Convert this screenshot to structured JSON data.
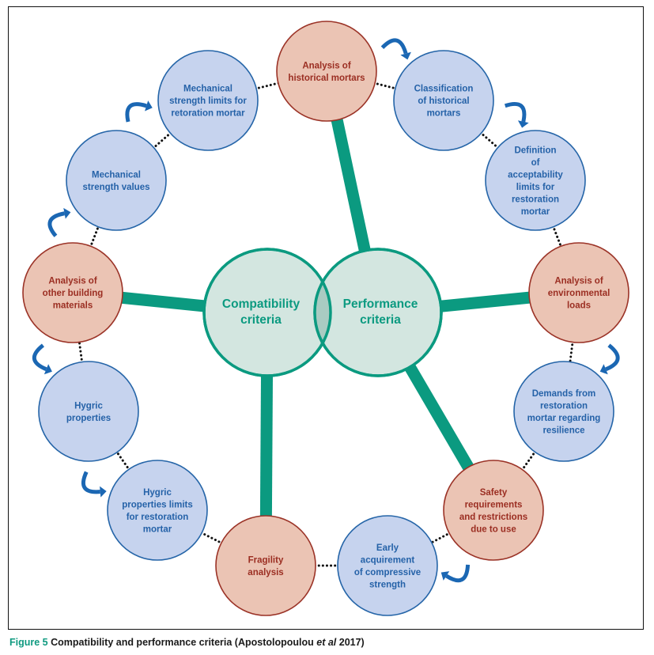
{
  "colors": {
    "teal": "#0b9a80",
    "teal_fill": "#d3e6e0",
    "teal_overlap": "#a9cbc2",
    "red_stroke": "#9b3327",
    "red_fill": "#ebc4b4",
    "red_text": "#9b2e22",
    "blue_stroke": "#2565a8",
    "blue_fill": "#c6d3ee",
    "blue_text": "#2562a8",
    "arrow": "#1b67b3",
    "dots": "#111111"
  },
  "center": {
    "left": {
      "lines": [
        "Compatibility",
        "criteria"
      ]
    },
    "right": {
      "lines": [
        "Performance",
        "criteria"
      ]
    }
  },
  "nodes": [
    {
      "id": "historical",
      "type": "analysis",
      "lines": [
        "Analysis of",
        "historical mortars"
      ]
    },
    {
      "id": "classification",
      "type": "detail",
      "lines": [
        "Classification",
        "of historical",
        "mortars"
      ]
    },
    {
      "id": "acceptability",
      "type": "detail",
      "lines": [
        "Definition",
        "of",
        "acceptability",
        "limits for",
        "restoration",
        "mortar"
      ]
    },
    {
      "id": "environmental",
      "type": "analysis",
      "lines": [
        "Analysis of",
        "environmental",
        "loads"
      ]
    },
    {
      "id": "demands",
      "type": "detail",
      "lines": [
        "Demands from",
        "restoration",
        "mortar regarding",
        "resilience"
      ]
    },
    {
      "id": "safety",
      "type": "analysis",
      "lines": [
        "Safety",
        "requirements",
        "and restrictions",
        "due to use"
      ]
    },
    {
      "id": "early",
      "type": "detail",
      "lines": [
        "Early",
        "acquirement",
        "of compressive",
        "strength"
      ]
    },
    {
      "id": "fragility",
      "type": "analysis",
      "lines": [
        "Fragility",
        "analysis"
      ]
    },
    {
      "id": "hygric-limits",
      "type": "detail",
      "lines": [
        "Hygric",
        "properties limits",
        "for restoration",
        "mortar"
      ]
    },
    {
      "id": "hygric",
      "type": "detail",
      "lines": [
        "Hygric",
        "properties"
      ]
    },
    {
      "id": "building",
      "type": "analysis",
      "lines": [
        "Analysis of",
        "other building",
        "materials"
      ]
    },
    {
      "id": "mech-values",
      "type": "detail",
      "lines": [
        "Mechanical",
        "strength values"
      ]
    },
    {
      "id": "mech-limits",
      "type": "detail",
      "lines": [
        "Mechanical",
        "strength limits for",
        "retoration mortar"
      ]
    }
  ],
  "spokes": [
    {
      "from": "right",
      "to": "historical"
    },
    {
      "from": "right",
      "to": "environmental"
    },
    {
      "from": "right",
      "to": "safety"
    },
    {
      "from": "left",
      "to": "fragility"
    },
    {
      "from": "left",
      "to": "building"
    }
  ],
  "arrows": [
    {
      "between": [
        "historical",
        "classification"
      ]
    },
    {
      "between": [
        "classification",
        "acceptability"
      ]
    },
    {
      "between": [
        "environmental",
        "demands"
      ]
    },
    {
      "between": [
        "safety",
        "early"
      ]
    },
    {
      "between": [
        "building",
        "hygric"
      ]
    },
    {
      "between": [
        "hygric",
        "hygric-limits"
      ]
    },
    {
      "between": [
        "building",
        "mech-values"
      ]
    },
    {
      "between": [
        "mech-values",
        "mech-limits"
      ]
    }
  ],
  "caption": {
    "label": "Figure 5",
    "text": " Compatibility and performance criteria (Apostolopoulou ",
    "etal": "et al",
    "year": " 2017)"
  }
}
